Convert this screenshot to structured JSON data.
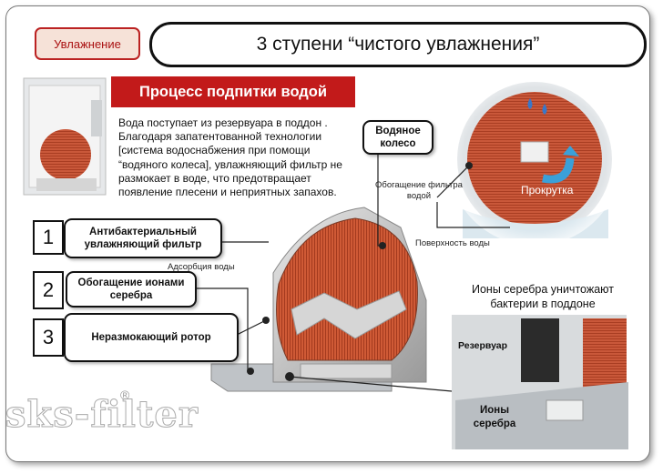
{
  "header": {
    "section_badge": "Увлажнение",
    "title": "3 ступени “чистого увлажнения”"
  },
  "process": {
    "heading": "Процесс подпитки водой",
    "description": "Вода поступает из резервуара в поддон . Благодаря запатентованной технологии [система водоснабжения при помощи “водяного колеса], увлажняющий фильтр не размокает в воде, что предотвращает появление плесени и неприятных запахов."
  },
  "steps": [
    {
      "number": "1",
      "label": "Антибактериальный увлажняющий фильтр"
    },
    {
      "number": "2",
      "label": "Обогащение ионами серебра"
    },
    {
      "number": "3",
      "label": "Неразмокающий ротор"
    }
  ],
  "callouts": {
    "water_wheel": "Водяное колесо",
    "filter_enrichment": "Обогащение фильтра водой",
    "rotation": "Прокрутка",
    "water_surface": "Поверхность воды",
    "adsorption": "Адсорбция воды"
  },
  "silver": {
    "caption": "Ионы серебра уничтожают бактерии в поддоне",
    "reservoir": "Резервуар",
    "ions": "Ионы серебра"
  },
  "watermark": {
    "text": "sks-filter",
    "mark": "®"
  },
  "colors": {
    "accent": "#c21a1a",
    "filter": "#c8502f"
  }
}
